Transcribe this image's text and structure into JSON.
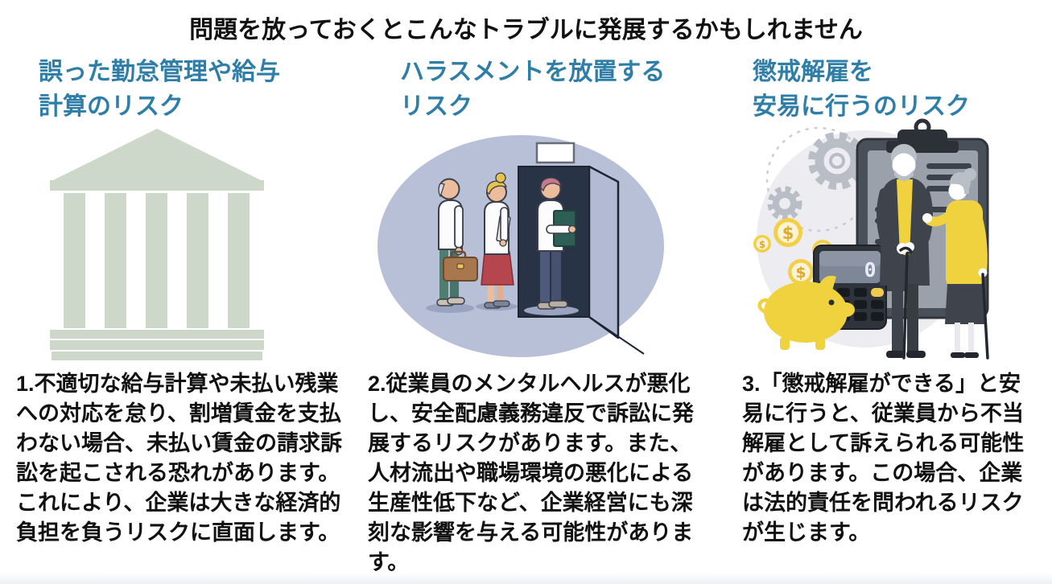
{
  "title": "問題を放っておくとこんなトラブルに発展するかもしれません",
  "colors": {
    "heading_teal": "#2e7ea8",
    "body_text": "#111111",
    "building_sage": "#cdd7ca",
    "queue_blob_periwinkle": "#b8c0d8",
    "door_navy": "#283346",
    "illustration_bg_grey": "#ececf1",
    "accent_yellow": "#f0d23f",
    "charcoal": "#3f444c"
  },
  "columns": [
    {
      "id": "payroll-risk",
      "heading": "誤った勤怠管理や給与\n計算のリスク",
      "illustration": "courthouse-building-illustration",
      "body": "1.不適切な給与計算や未払い残業\nへの対応を怠り、割増賃金を支払\nわない場合、未払い賃金の請求訴\n訟を起こされる恐れがあります。\nこれにより、企業は大きな経済的\n負担を負うリスクに直面します。"
    },
    {
      "id": "harassment-risk",
      "heading": "ハラスメントを放置する\nリスク",
      "illustration": "queue-at-door-illustration",
      "body": "2.従業員のメンタルヘルスが悪化\nし、安全配慮義務違反で訴訟に発\n展するリスクがあります。また、\n人材流出や職場環境の悪化による\n生産性低下など、企業経営にも深\n刻な影響を与える可能性がありま\nす。"
    },
    {
      "id": "dismissal-risk",
      "heading": "懲戒解雇を\n安易に行うのリスク",
      "illustration": "elderly-couple-clipboard-illustration",
      "body": "3.「懲戒解雇ができる」と安\n易に行うと、従業員から不当\n解雇として訴えられる可能性\nがあります。この場合、企業\nは法的責任を問われるリスク\nが生じます。"
    }
  ],
  "calculator_display": "0",
  "coin_symbol": "$"
}
